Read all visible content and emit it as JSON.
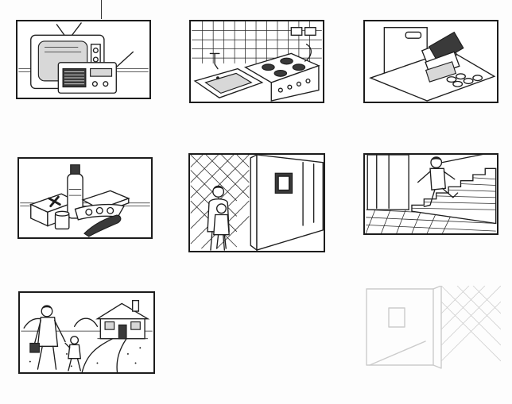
{
  "scenes": [
    {
      "id": "tv-radio",
      "description_icon": "television-radio-icon"
    },
    {
      "id": "kitchen",
      "description_icon": "sink-stove-icon"
    },
    {
      "id": "papers",
      "description_icon": "documents-money-icon"
    },
    {
      "id": "supplies",
      "description_icon": "first-aid-food-icon"
    },
    {
      "id": "doorway",
      "description_icon": "mother-child-door-icon"
    },
    {
      "id": "stairs",
      "description_icon": "running-stairs-icon"
    },
    {
      "id": "leaving-home",
      "description_icon": "walking-away-house-icon"
    },
    {
      "id": "faded",
      "description_icon": "faded-room-icon"
    }
  ],
  "colors": {
    "ink": "#1e1e1e",
    "paper": "#ffffff",
    "background": "#fdfdfd"
  }
}
